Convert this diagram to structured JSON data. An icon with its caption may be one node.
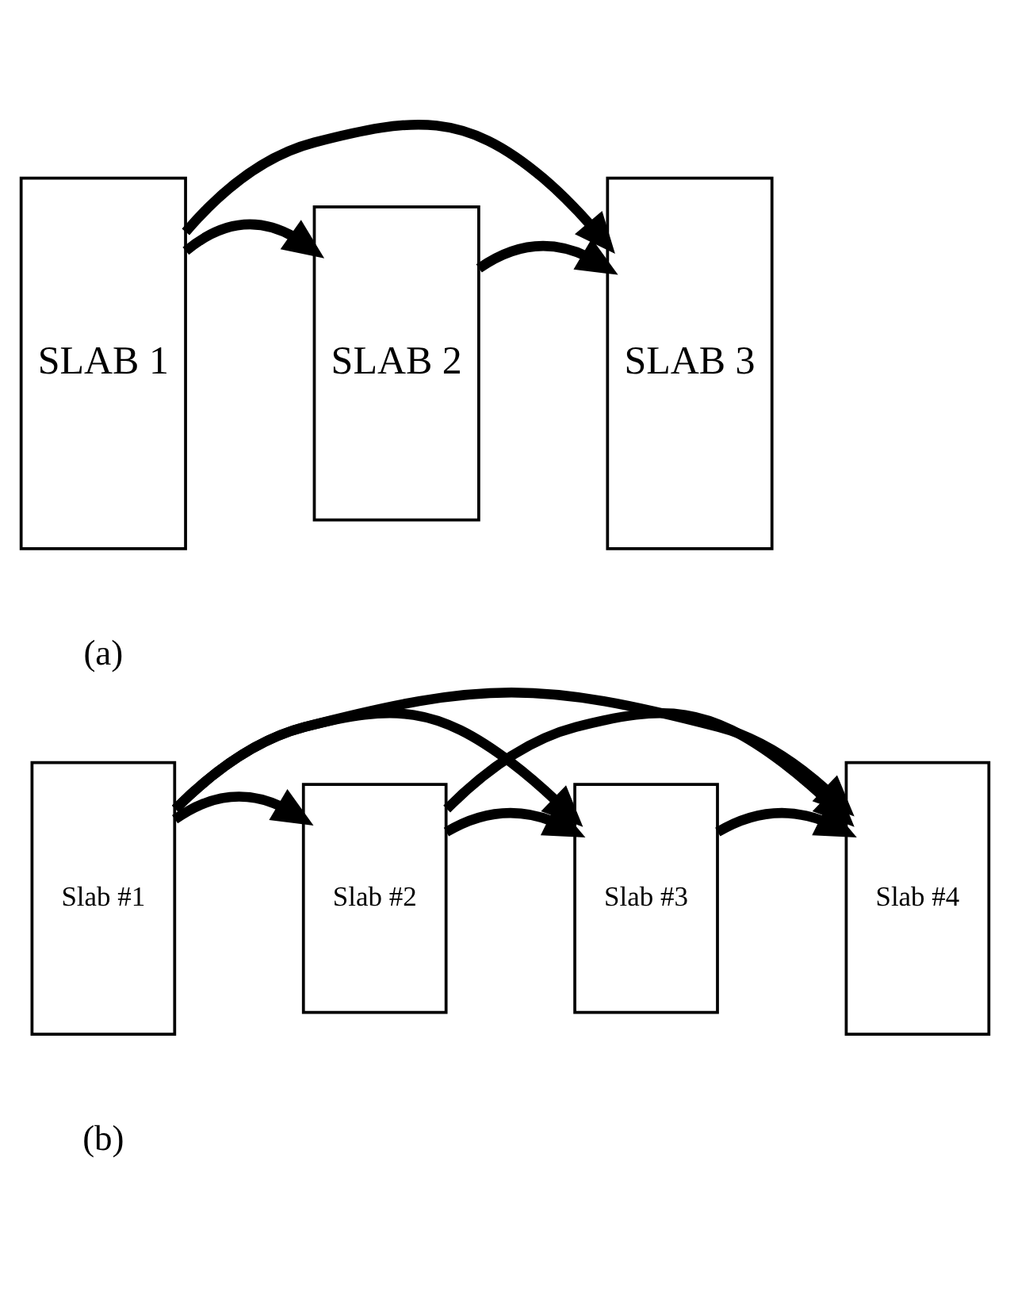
{
  "diagram": {
    "nodes": [
      {
        "text": [
          "SLAB 1"
        ]
      },
      {
        "text": [
          "SLAB 2"
        ]
      },
      {
        "text": [
          "SLAB 3"
        ]
      },
      {
        "text": [
          "Slab #1"
        ]
      },
      {
        "text": [
          "Slab #2"
        ]
      },
      {
        "text": [
          "Slab #3"
        ]
      },
      {
        "text": [
          "Slab #4"
        ]
      }
    ],
    "edges": [
      {
        "from": 0,
        "to": 1,
        "arrow": "to"
      },
      {
        "from": 1,
        "to": 2,
        "arrow": "to"
      },
      {
        "from": 0,
        "to": 2,
        "arrow": "to"
      },
      {
        "from": 3,
        "to": 6,
        "arrow": "to"
      },
      {
        "from": 4,
        "to": 6,
        "arrow": "to"
      },
      {
        "from": 3,
        "to": 4,
        "arrow": "to"
      },
      {
        "from": 4,
        "to": 5,
        "arrow": "to"
      },
      {
        "from": 5,
        "to": 6,
        "arrow": "to"
      },
      {
        "from": 3,
        "to": 5,
        "arrow": "to"
      }
    ],
    "labels": [
      "(a)",
      "(b)"
    ]
  }
}
